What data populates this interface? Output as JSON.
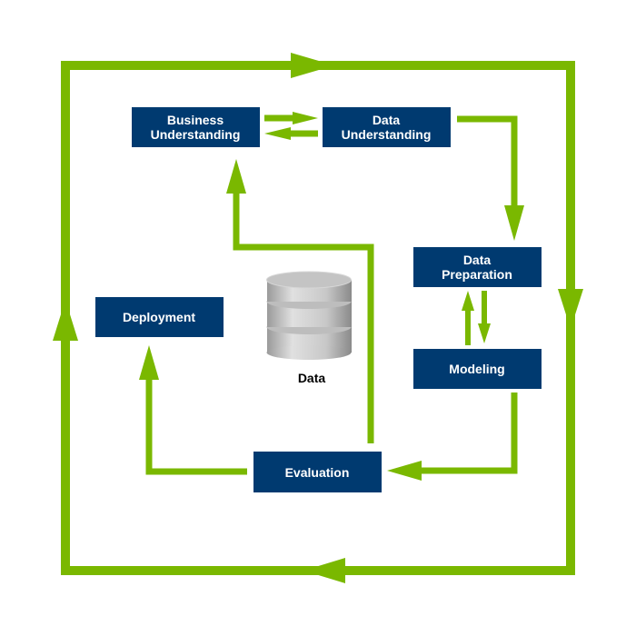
{
  "colors": {
    "box": "#003a70",
    "arrow": "#7ab800",
    "text": "#ffffff"
  },
  "phases": {
    "business": [
      "Business",
      "Understanding"
    ],
    "data_understanding": [
      "Data",
      "Understanding"
    ],
    "data_preparation": [
      "Data",
      "Preparation"
    ],
    "modeling": "Modeling",
    "evaluation": "Evaluation",
    "deployment": "Deployment"
  },
  "data_store": {
    "label": "Data",
    "icon": "database-icon"
  }
}
